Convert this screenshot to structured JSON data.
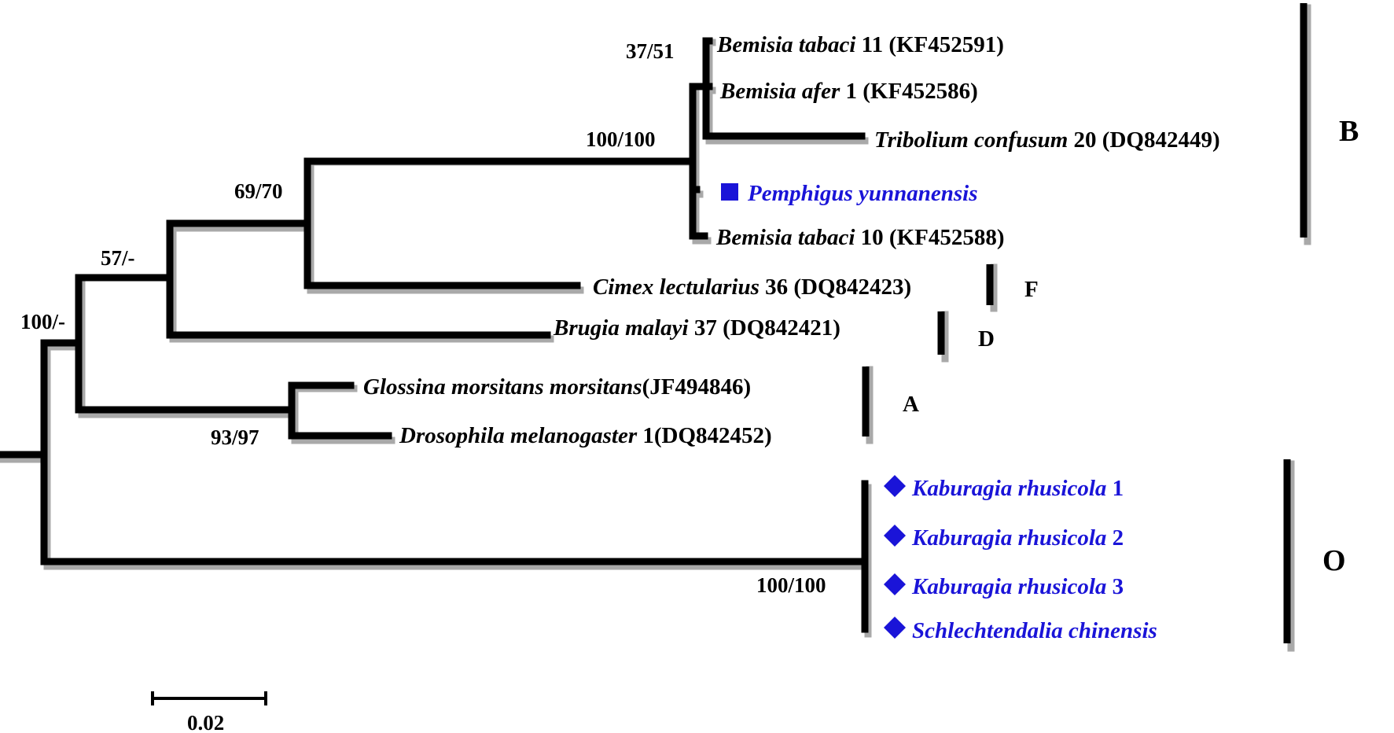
{
  "colors": {
    "branch": "#000000",
    "shadow": "#a9a9a9",
    "highlight": "#1a14d8"
  },
  "support": {
    "root": "100/-",
    "n2": "57/-",
    "n3": "69/70",
    "n4": "100/100",
    "n5": "37/51",
    "n6": "93/97",
    "n7": "100/100"
  },
  "taxa": [
    {
      "genus_species": "Bemisia tabaci",
      "suffix": " 11 (KF452591)",
      "highlight": false,
      "marker": ""
    },
    {
      "genus_species": "Bemisia afer",
      "suffix": " 1 (KF452586)",
      "highlight": false,
      "marker": ""
    },
    {
      "genus_species": "Tribolium confusum",
      "suffix": " 20 (DQ842449)",
      "highlight": false,
      "marker": ""
    },
    {
      "genus_species": "Pemphigus yunnanensis",
      "suffix": "",
      "highlight": true,
      "marker": "square"
    },
    {
      "genus_species": "Bemisia tabaci",
      "suffix": " 10 (KF452588)",
      "highlight": false,
      "marker": ""
    },
    {
      "genus_species": "Cimex lectularius",
      "suffix": " 36 (DQ842423)",
      "highlight": false,
      "marker": ""
    },
    {
      "genus_species": "Brugia malayi",
      "suffix": " 37 (DQ842421)",
      "highlight": false,
      "marker": ""
    },
    {
      "genus_species": "Glossina morsitans morsitans",
      "suffix": "(JF494846)",
      "highlight": false,
      "marker": ""
    },
    {
      "genus_species": "Drosophila melanogaster",
      "suffix": " 1(DQ842452)",
      "highlight": false,
      "marker": ""
    },
    {
      "genus_species": "Kaburagia rhusicola",
      "suffix": " 1",
      "highlight": true,
      "marker": "diamond"
    },
    {
      "genus_species": "Kaburagia rhusicola",
      "suffix": " 2",
      "highlight": true,
      "marker": "diamond"
    },
    {
      "genus_species": "Kaburagia rhusicola",
      "suffix": " 3",
      "highlight": true,
      "marker": "diamond"
    },
    {
      "genus_species": "Schlechtendalia chinensis",
      "suffix": "",
      "highlight": true,
      "marker": "diamond"
    }
  ],
  "clades": [
    {
      "letter": "B"
    },
    {
      "letter": "F"
    },
    {
      "letter": "D"
    },
    {
      "letter": "A"
    },
    {
      "letter": "O"
    }
  ],
  "scale_bar": {
    "label": "0.02"
  }
}
